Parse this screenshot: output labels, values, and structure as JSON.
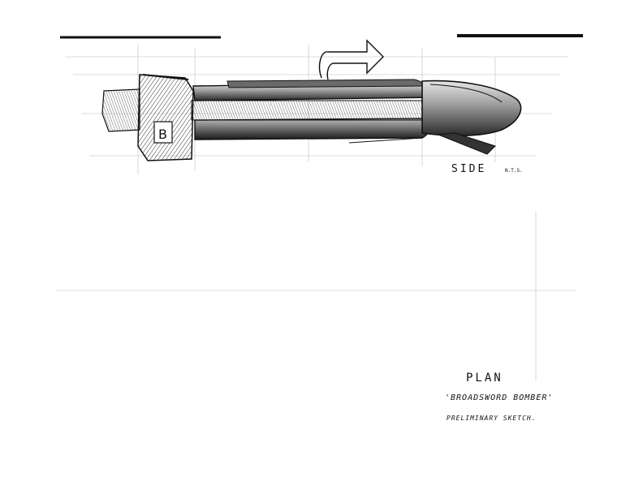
{
  "labels": {
    "side": "SIDE",
    "side_note": "N.T.S.",
    "plan": "PLAN",
    "title": "'BROADSWORD BOMBER'",
    "note": "PRELIMINARY SKETCH."
  },
  "colors": {
    "paper": "#ffffff",
    "ink": "#0c0c0c",
    "mid_tone": "#8a8a8a",
    "light_tone": "#c9c9c9"
  },
  "icons": {
    "direction_arrow": "right-arrow-icon"
  }
}
